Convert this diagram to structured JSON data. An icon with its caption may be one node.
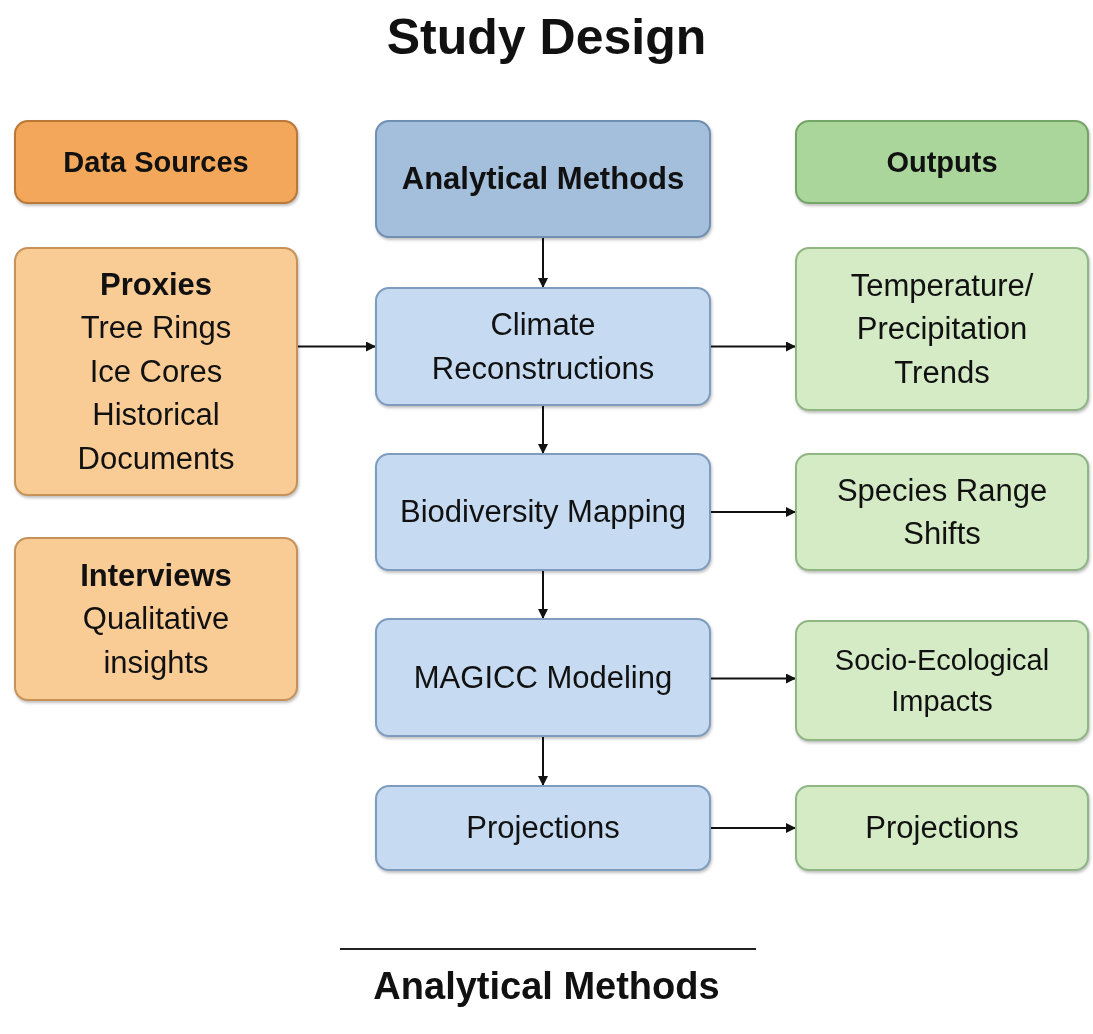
{
  "diagram": {
    "title": "Study Design",
    "nodes": [
      {
        "text": [
          "Data Sources"
        ]
      },
      {
        "text": [
          "Analytical Methods"
        ]
      },
      {
        "text": [
          "Outputs"
        ]
      },
      {
        "text": [
          "Proxies",
          "Tree Rings",
          "Ice Cores",
          "Historical Documents"
        ]
      },
      {
        "text": [
          "Climate Reconstructions"
        ]
      },
      {
        "text": [
          "Temperature/ Precipitation Trends"
        ]
      },
      {
        "text": [
          "Biodiversity Mapping"
        ]
      },
      {
        "text": [
          "Species Range Shifts"
        ]
      },
      {
        "text": [
          "Interviews",
          "Qualitative insights"
        ]
      },
      {
        "text": [
          "MAGICC Modeling"
        ]
      },
      {
        "text": [
          "Socio-Ecological Impacts"
        ]
      },
      {
        "text": [
          "Projections"
        ]
      },
      {
        "text": [
          "Projections"
        ]
      }
    ],
    "edges": [
      {
        "from": 1,
        "to": 4,
        "arrow": "to"
      },
      {
        "from": 3,
        "to": 4,
        "arrow": "to"
      },
      {
        "from": 4,
        "to": 5,
        "arrow": "to"
      },
      {
        "from": 4,
        "to": 6,
        "arrow": "to"
      },
      {
        "from": 6,
        "to": 7,
        "arrow": "to"
      },
      {
        "from": 6,
        "to": 9,
        "arrow": "to"
      },
      {
        "from": 9,
        "to": 10,
        "arrow": "to"
      },
      {
        "from": 9,
        "to": 11,
        "arrow": "to"
      },
      {
        "from": 11,
        "to": 12,
        "arrow": "to"
      }
    ],
    "labels": [
      "Analytical Methods"
    ]
  }
}
